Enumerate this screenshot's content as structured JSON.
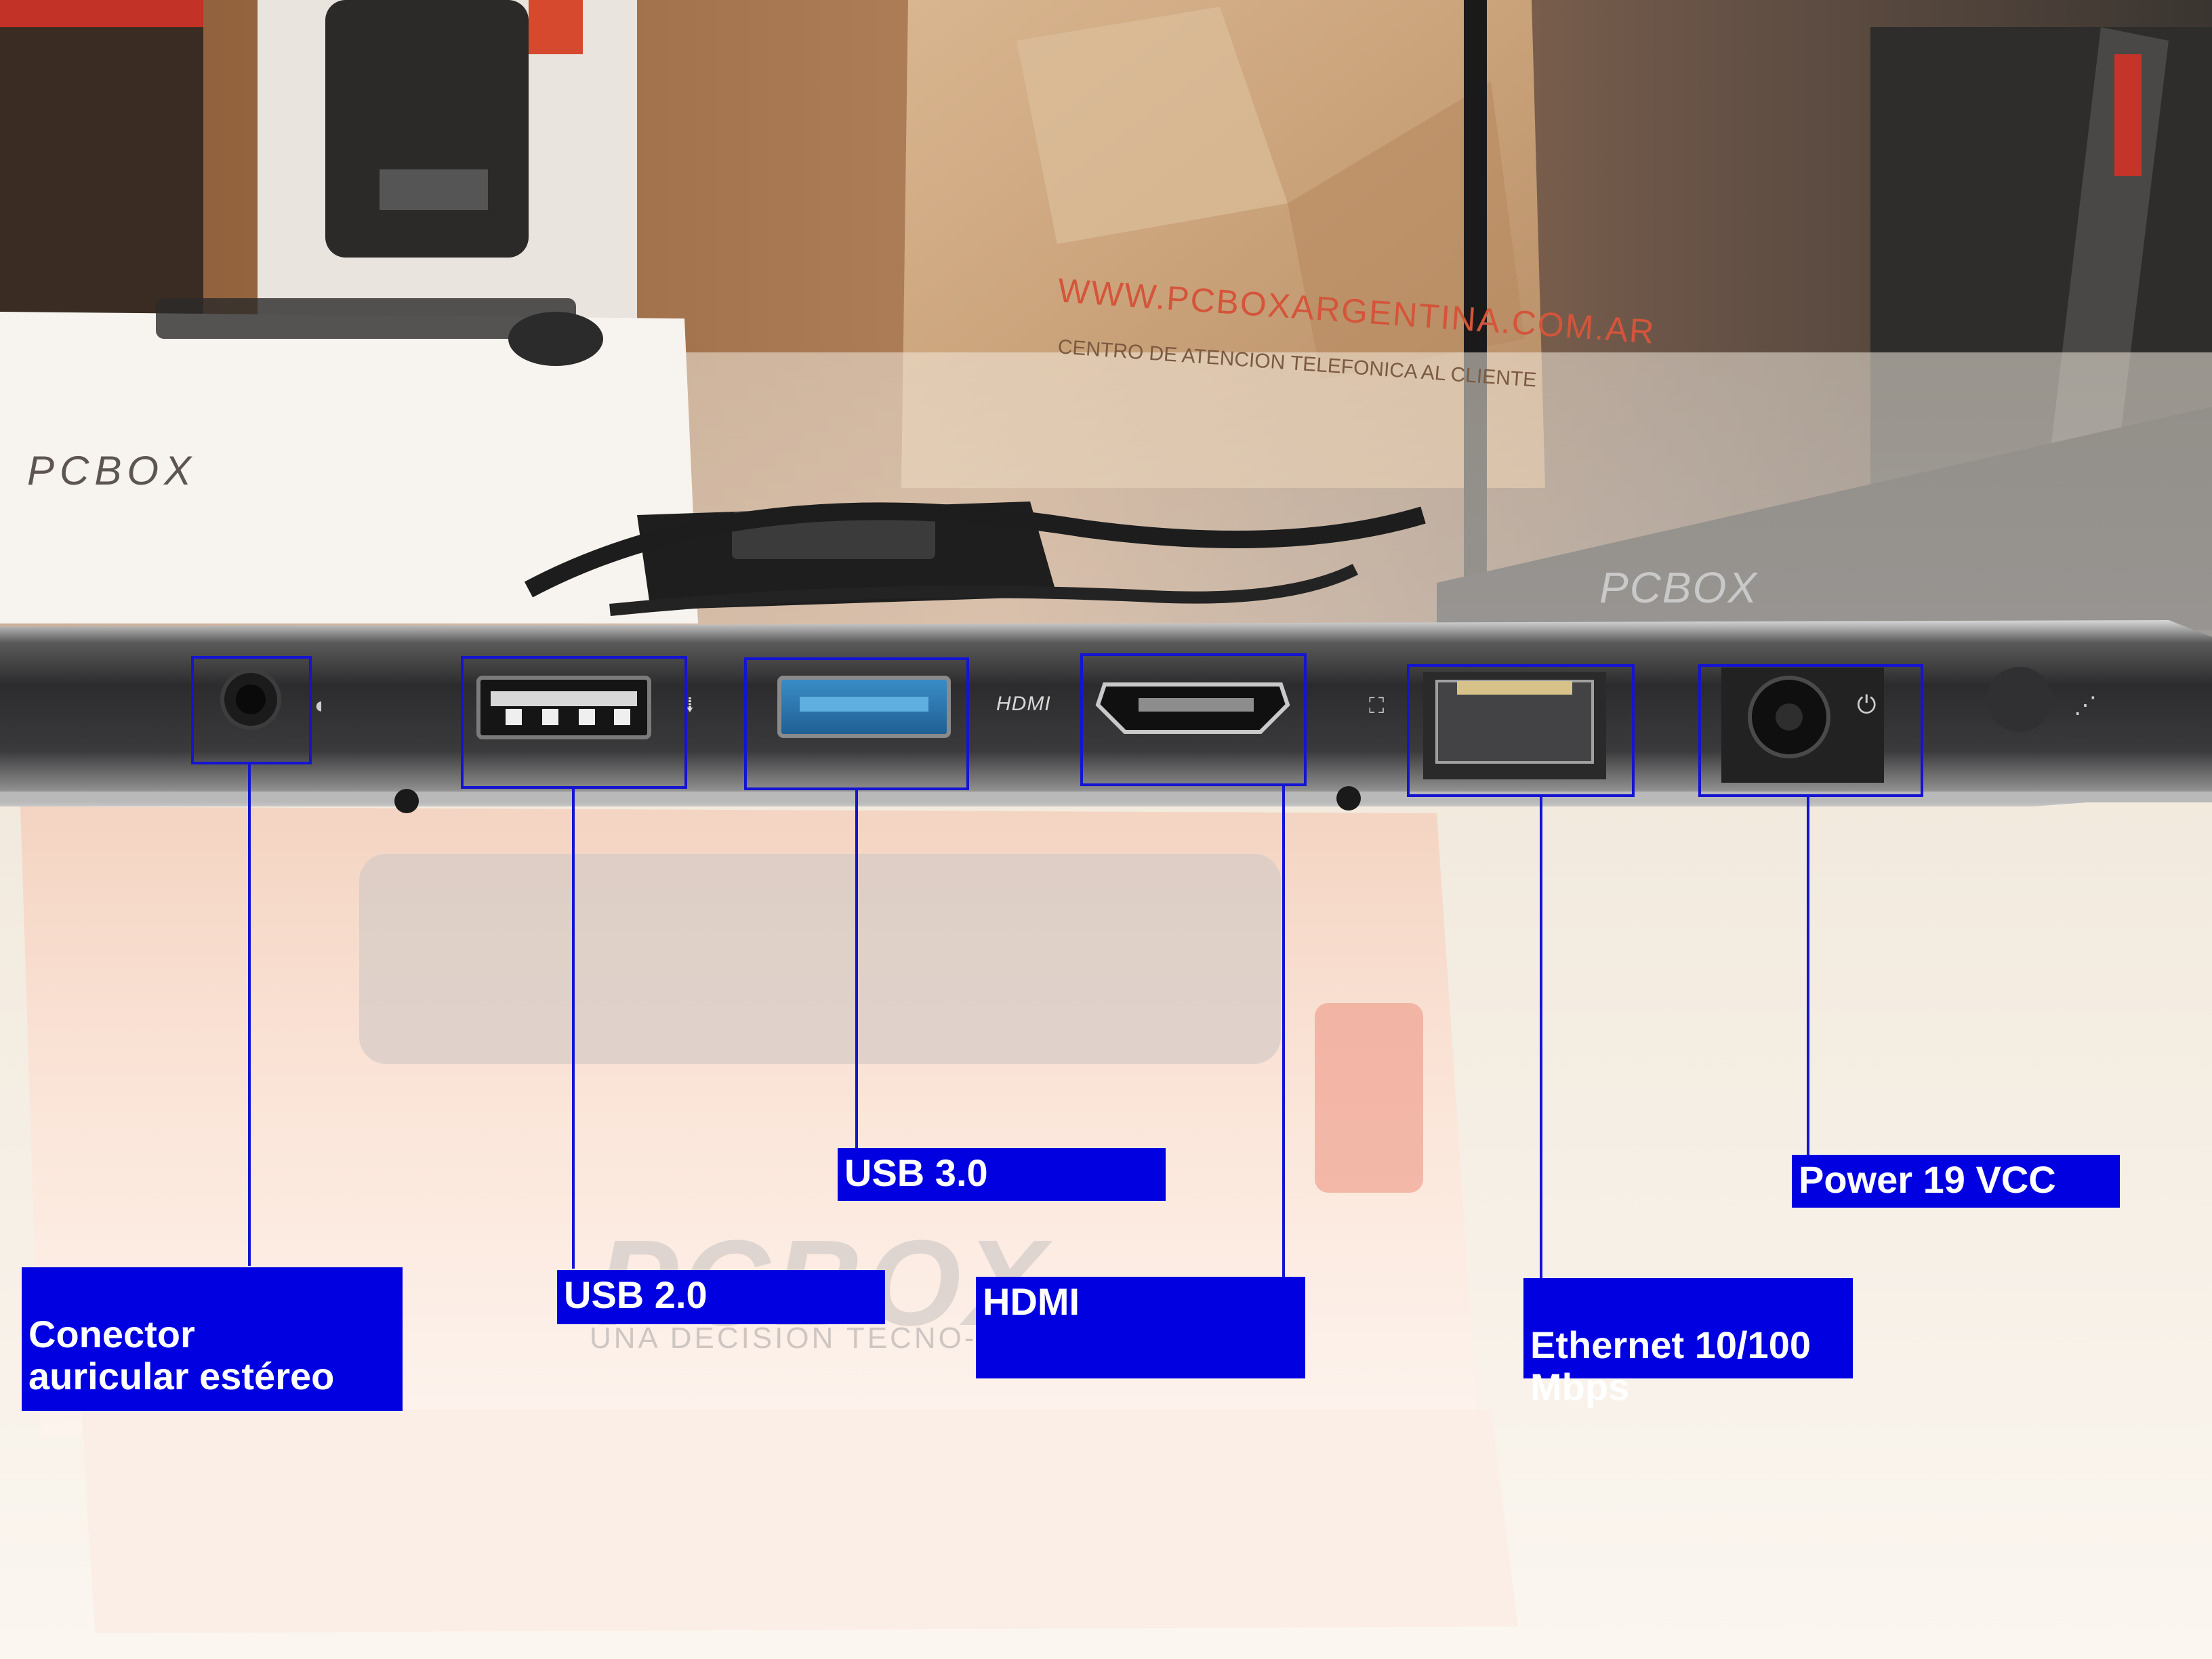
{
  "callouts": {
    "audio": "Conector\nauricular estéreo",
    "usb2": "USB 2.0",
    "usb3": "USB 3.0",
    "hdmi": "HDMI",
    "ethernet": "Ethernet 10/100\nMbps",
    "power": "Power 19 VCC"
  },
  "photo_text": {
    "brand_box_top": "PCBOX",
    "brand_laptop": "PCBOX",
    "brand_box_bottom": "PCBOX",
    "slogan": "UNA DECISION TECNO-",
    "website": "WWW.PCBOXARGENTINA.COM.AR",
    "support_line": "CENTRO DE ATENCION TELEFONICA AL CLIENTE",
    "hdmi_port_label": "HDMI"
  },
  "colors": {
    "callout_fill": "#0000e0",
    "callout_text": "#ffffff",
    "outline": "#1414d2"
  },
  "icons": [
    "usb-symbol-icon",
    "hdmi-symbol-icon",
    "ethernet-symbol-icon",
    "power-symbol-icon",
    "headphone-symbol-icon",
    "wifi-symbol-icon"
  ]
}
